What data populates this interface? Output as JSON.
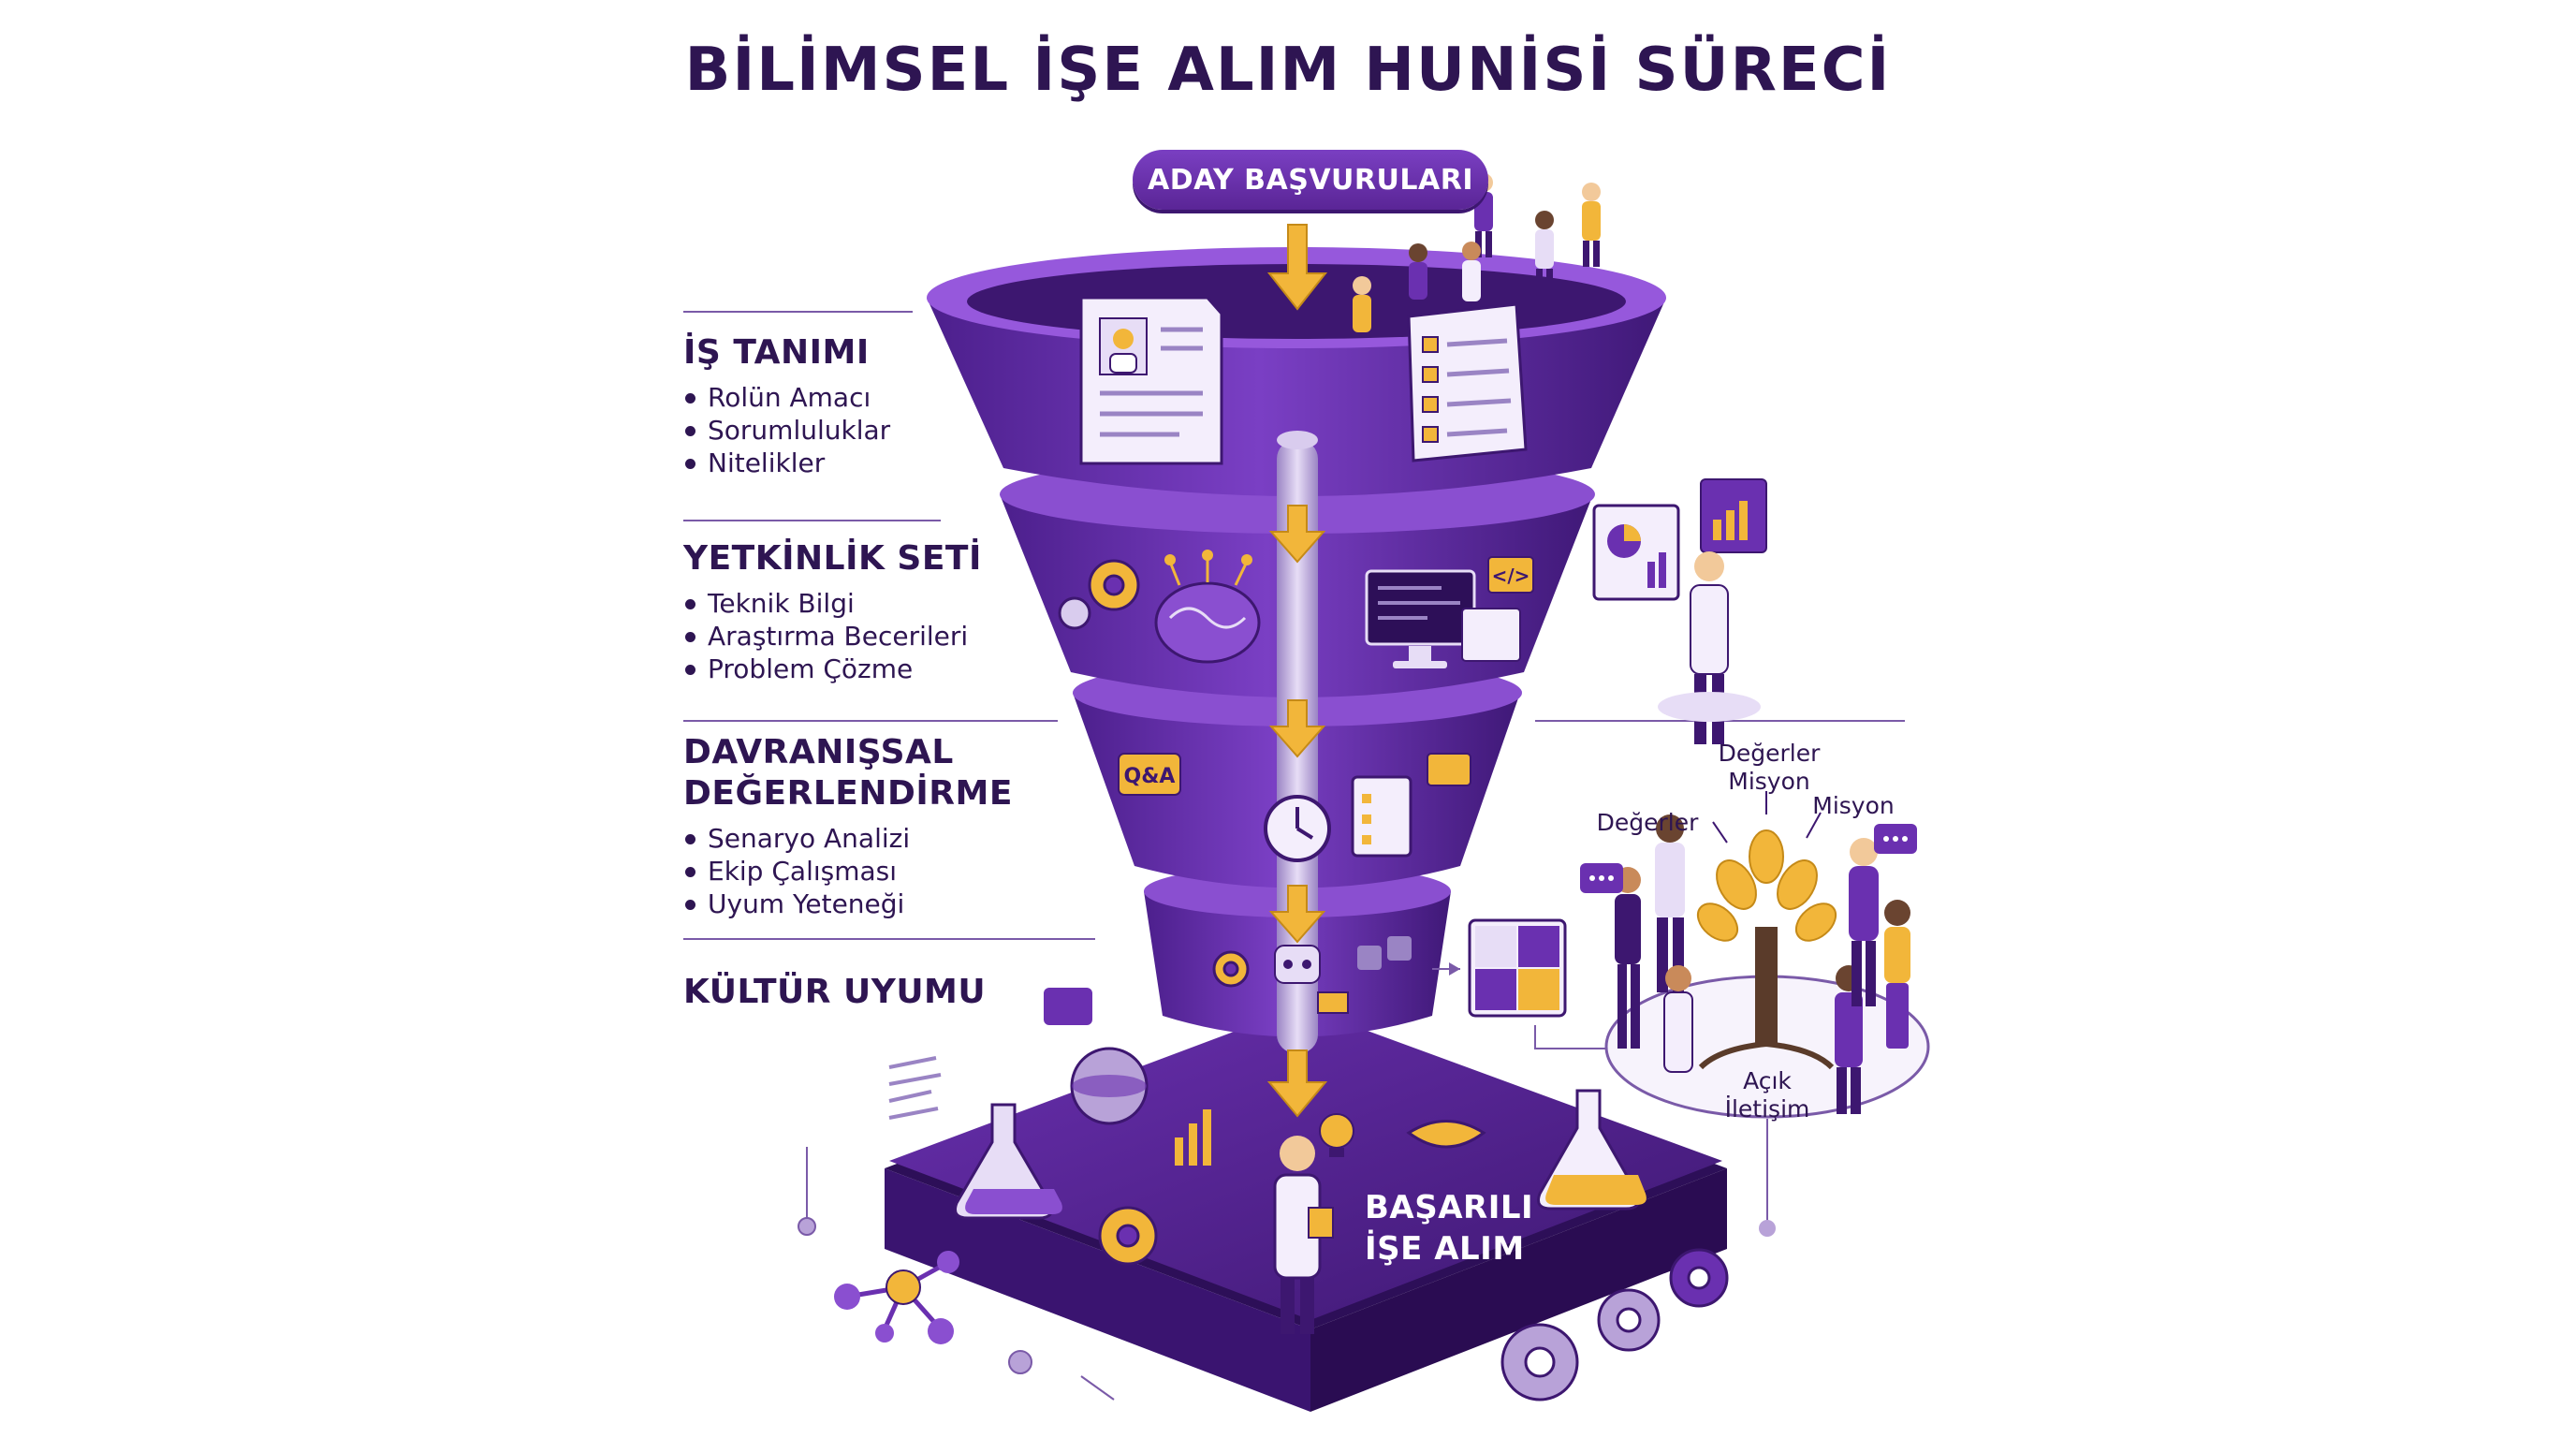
{
  "title": "BİLİMSEL İŞE ALIM HUNİSİ SÜRECİ",
  "entry_label": "ADAY BAŞVURULARI",
  "stages": [
    {
      "title": "İŞ TANIMI",
      "items": [
        "Rolün Amacı",
        "Sorumluluklar",
        "Nitelikler"
      ]
    },
    {
      "title": "YETKİNLİK SETİ",
      "items": [
        "Teknik Bilgi",
        "Araştırma Becerileri",
        "Problem Çözme"
      ]
    },
    {
      "title_lines": [
        "DAVRANIŞSAL",
        "DEĞERLENDİRME"
      ],
      "items": [
        "Senaryo Analizi",
        "Ekip Çalışması",
        "Uyum Yeteneği"
      ]
    },
    {
      "title": "KÜLTÜR UYUMU",
      "items": []
    }
  ],
  "culture_labels": {
    "values_mission_top": [
      "Değerler",
      "Misyon"
    ],
    "values_left": "Değerler",
    "mission_right": "Misyon",
    "open_communication": [
      "Açık",
      "İletişim"
    ]
  },
  "badge_qa": "Q&A",
  "code_glyph": "</>",
  "result_lines": [
    "BAŞARILI",
    "İŞE ALIM"
  ],
  "colors": {
    "title": "#2e1552",
    "funnel_light": "#8a4fd0",
    "funnel_mid": "#6a30b0",
    "funnel_dark": "#3d1770",
    "accent_gold": "#f2b63a",
    "pipe": "#b8a2d8",
    "platform": "#4a1d86"
  }
}
